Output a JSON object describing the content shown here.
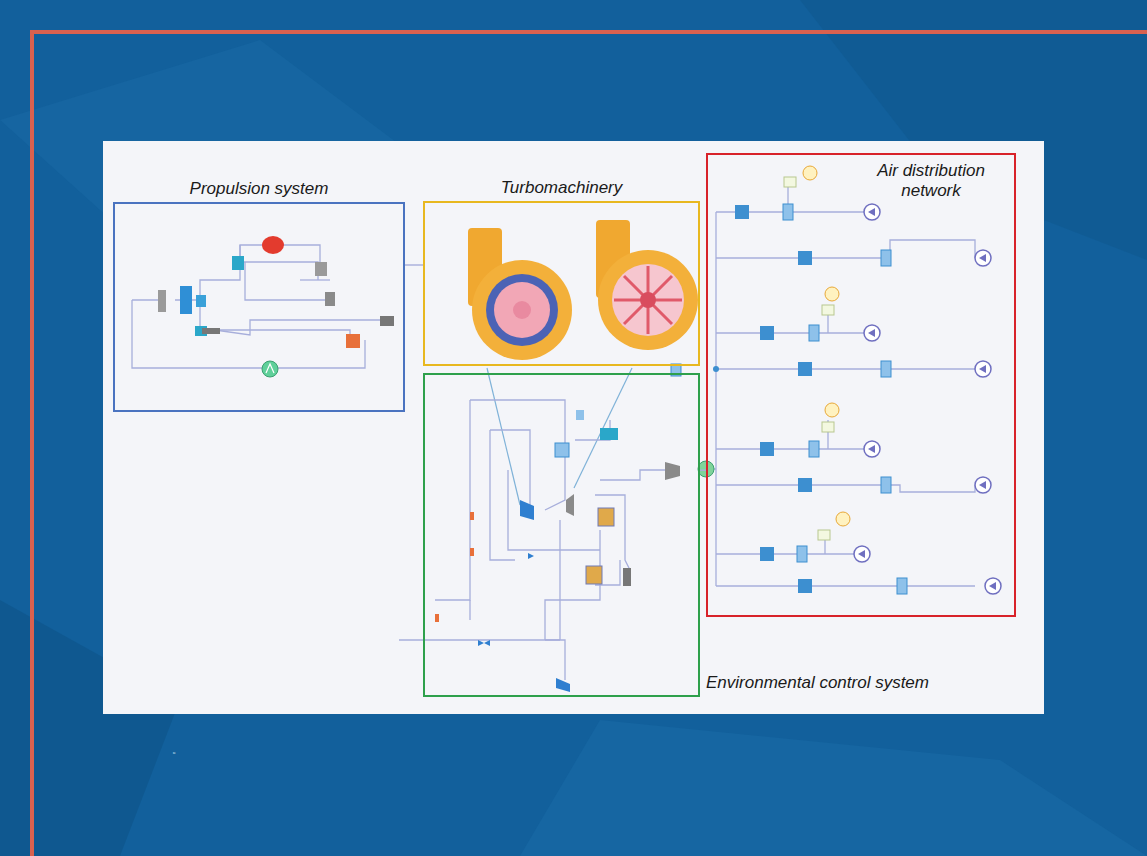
{
  "diagram": {
    "nodes": [
      {
        "text": [
          "Propulsion system"
        ]
      },
      {
        "text": [
          "Turbomachinery"
        ]
      },
      {
        "text": [
          "Environmental control system"
        ]
      },
      {
        "text": [
          "Air distribution network"
        ]
      }
    ],
    "edges": [
      {
        "from": 0,
        "to": 2,
        "arrow": "none"
      },
      {
        "from": 2,
        "to": 3,
        "arrow": "none"
      }
    ],
    "labels": [
      "。"
    ]
  }
}
